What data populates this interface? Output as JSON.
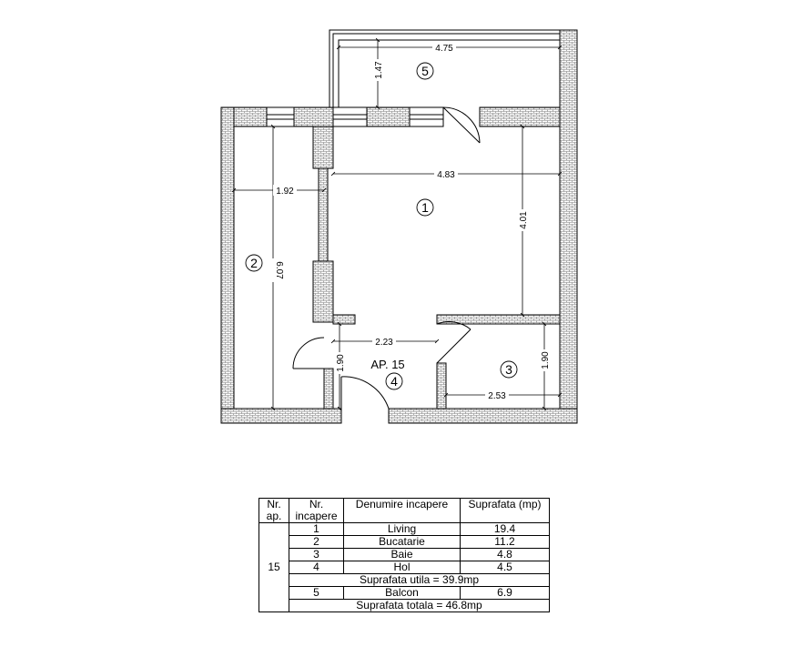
{
  "plan": {
    "apartment_label": "AP. 15",
    "rooms": [
      {
        "number": "1"
      },
      {
        "number": "2"
      },
      {
        "number": "3"
      },
      {
        "number": "4"
      },
      {
        "number": "5"
      }
    ],
    "dimensions": {
      "balcony_width": "4.75",
      "balcony_depth": "1.47",
      "living_width": "4.83",
      "living_depth": "4.01",
      "kitchen_width": "1.92",
      "kitchen_length": "6.07",
      "hall_width": "2.23",
      "hall_depth": "1.90",
      "bath_width": "2.53",
      "bath_depth": "1.90"
    }
  },
  "table": {
    "headers": {
      "ap": "Nr. ap.",
      "room_no": "Nr. incapere",
      "name": "Denumire incapere",
      "area": "Suprafata (mp)"
    },
    "apartment_no": "15",
    "rows": [
      {
        "no": "1",
        "name": "Living",
        "area": "19.4"
      },
      {
        "no": "2",
        "name": "Bucatarie",
        "area": "11.2"
      },
      {
        "no": "3",
        "name": "Baie",
        "area": "4.8"
      },
      {
        "no": "4",
        "name": "Hol",
        "area": "4.5"
      }
    ],
    "useful_total": "Suprafata utila = 39.9mp",
    "balcony_row": {
      "no": "5",
      "name": "Balcon",
      "area": "6.9"
    },
    "grand_total": "Suprafata totala = 46.8mp"
  }
}
